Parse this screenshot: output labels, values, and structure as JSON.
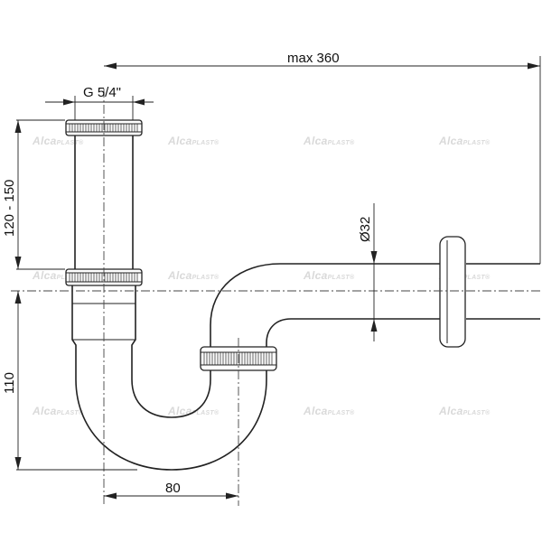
{
  "dimensions": {
    "max_length": "max 360",
    "thread": "G 5/4\"",
    "diameter": "Ø32",
    "height_range": "120 - 150",
    "trap_depth": "110",
    "offset": "80"
  },
  "watermark": {
    "brand_a": "Alca",
    "brand_b": "PLAST",
    "mark": "®"
  },
  "colors": {
    "line": "#222222",
    "watermark": "#d9d9d9",
    "background": "#ffffff"
  }
}
